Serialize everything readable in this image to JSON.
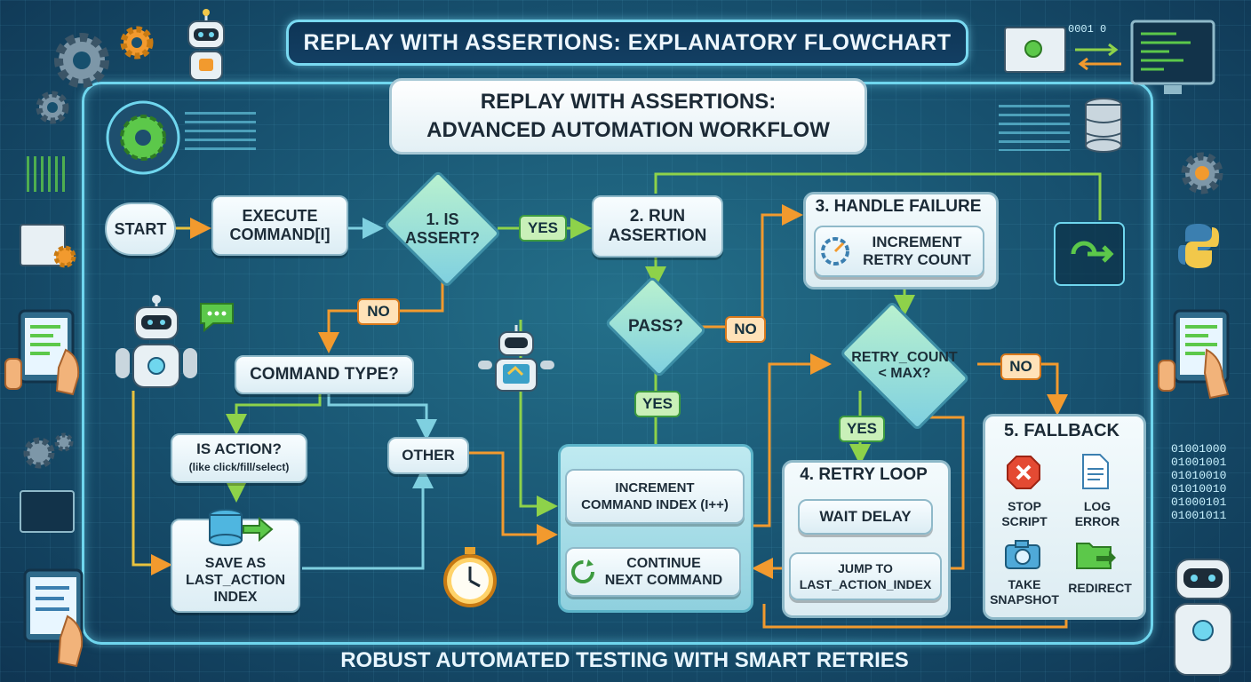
{
  "header": {
    "title": "REPLAY WITH ASSERTIONS: EXPLANATORY FLOWCHART"
  },
  "subtitle": {
    "line1": "REPLAY WITH ASSERTIONS:",
    "line2": "ADVANCED AUTOMATION WORKFLOW"
  },
  "footer": {
    "text": "ROBUST AUTOMATED TESTING WITH SMART RETRIES"
  },
  "nodes": {
    "start": "START",
    "execute": {
      "line1": "EXECUTE",
      "line2": "COMMAND[i]"
    },
    "is_assert": {
      "line1": "1. IS",
      "line2": "ASSERT?"
    },
    "run_assertion": {
      "line1": "2. RUN",
      "line2": "ASSERTION"
    },
    "pass": "PASS?",
    "command_type": "COMMAND TYPE?",
    "is_action": {
      "line1": "IS ACTION?",
      "line2": "(like click/fill/select)"
    },
    "other": "OTHER",
    "save_as": {
      "line1": "SAVE AS",
      "line2": "LAST_ACTION",
      "line3": "INDEX"
    },
    "increment_index": {
      "line1": "INCREMENT",
      "line2": "COMMAND INDEX (i++)"
    },
    "continue_next": {
      "line1": "CONTINUE",
      "line2": "NEXT COMMAND"
    },
    "handle_failure": "3. HANDLE FAILURE",
    "increment_retry": {
      "line1": "INCREMENT",
      "line2": "RETRY COUNT"
    },
    "retry_check": {
      "line1": "RETRY_COUNT",
      "line2": "< MAX?"
    },
    "retry_loop": "4. RETRY LOOP",
    "wait_delay": "WAIT DELAY",
    "jump_to": {
      "line1": "JUMP TO",
      "line2": "LAST_ACTION_INDEX"
    },
    "fallback": "5. FALLBACK",
    "stop_script": {
      "line1": "STOP",
      "line2": "SCRIPT"
    },
    "log_error": {
      "line1": "LOG",
      "line2": "ERROR"
    },
    "take_snapshot": {
      "line1": "TAKE",
      "line2": "SNAPSHOT"
    },
    "redirect": "REDIRECT"
  },
  "labels": {
    "yes_assert": "YES",
    "no_assert": "NO",
    "no_pass": "NO",
    "yes_pass": "YES",
    "yes_retry": "YES",
    "no_retry": "NO"
  },
  "binary": [
    "01001000",
    "01001001",
    "01010010",
    "01010010",
    "01000101",
    "01001011"
  ],
  "decor_code": "0001 0",
  "colors": {
    "yes": "#3d9b3f",
    "no": "#d9791b",
    "flow": "#7fd0e0",
    "accent": "#6fd6ee"
  }
}
